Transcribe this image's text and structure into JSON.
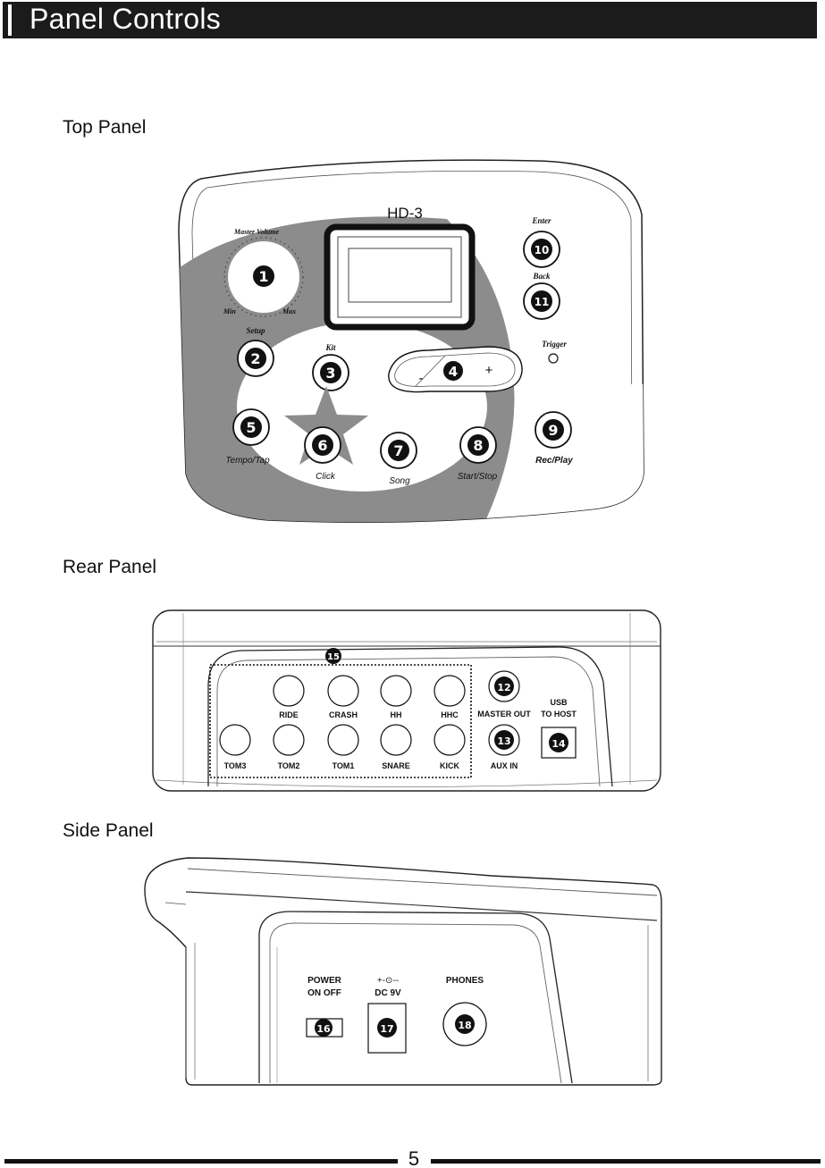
{
  "page": {
    "title": "Panel Controls",
    "page_number": "5"
  },
  "top_panel": {
    "heading": "Top Panel",
    "model": "HD-3",
    "master_volume": "Master Volume",
    "min": "Min",
    "max": "Max",
    "enter": "Enter",
    "back": "Back",
    "setup": "Setup",
    "kit": "Kit",
    "trigger": "Trigger",
    "minus": "-",
    "plus": "+",
    "tempo_tap": "Tempo/Tap",
    "click": "Click",
    "song": "Song",
    "start_stop": "Start/Stop",
    "rec_play": "Rec/Play",
    "callouts": [
      "1",
      "2",
      "3",
      "4",
      "5",
      "6",
      "7",
      "8",
      "9",
      "10",
      "11"
    ]
  },
  "rear_panel": {
    "heading": "Rear Panel",
    "jacks_row1": [
      "RIDE",
      "CRASH",
      "HH",
      "HHC"
    ],
    "jacks_row2": [
      "TOM3",
      "TOM2",
      "TOM1",
      "SNARE",
      "KICK"
    ],
    "master_out": "MASTER OUT",
    "aux_in": "AUX IN",
    "usb_line1": "USB",
    "usb_line2": "TO HOST",
    "callouts": [
      "12",
      "13",
      "14",
      "15"
    ]
  },
  "side_panel": {
    "heading": "Side Panel",
    "power_line1": "POWER",
    "power_line2": "ON OFF",
    "dc_polarity": "+-⊙--",
    "dc_label": "DC 9V",
    "phones": "PHONES",
    "callouts": [
      "16",
      "17",
      "18"
    ]
  },
  "colors": {
    "ink": "#111111",
    "swoosh": "#8c8c8c",
    "panel_fill": "#ffffff"
  }
}
